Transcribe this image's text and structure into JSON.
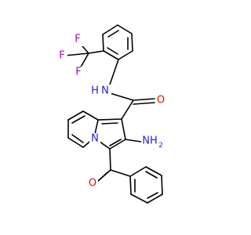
{
  "atoms": {
    "f_top": "F",
    "f_left": "F",
    "f_bottom": "F",
    "amide_nh": "H",
    "amide_n": "N",
    "amide_o": "O",
    "amine_nh2": "NH",
    "amine_sub": "2",
    "ring_n": "N",
    "ketone_o": "O"
  },
  "colors": {
    "carbon": "#000000",
    "nitrogen": "#1f1fd8",
    "oxygen": "#e01010",
    "fluorine": "#b000b0"
  }
}
